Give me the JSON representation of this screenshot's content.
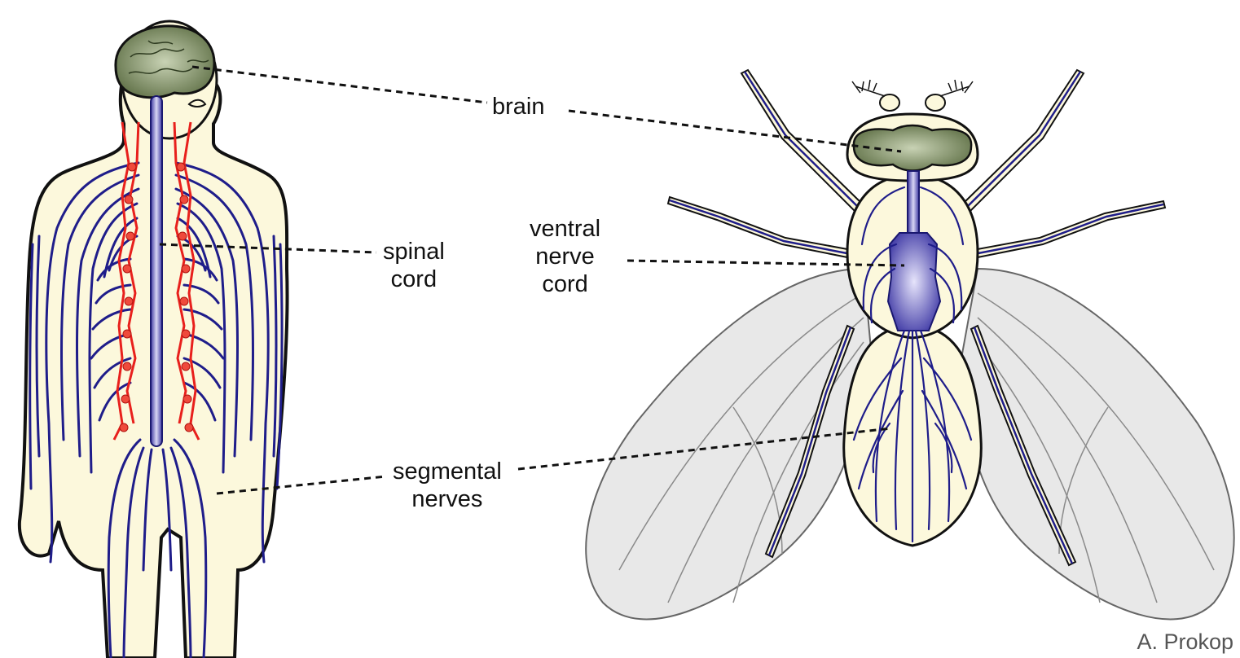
{
  "labels": {
    "brain": "brain",
    "spinal_cord": [
      "spinal",
      "cord"
    ],
    "ventral_nerve_cord": [
      "ventral",
      "nerve",
      "cord"
    ],
    "segmental_nerves": [
      "segmental",
      "nerves"
    ]
  },
  "credit": "A. Prokop",
  "colors": {
    "skin": "#fcf8dc",
    "outline": "#111111",
    "nerve": "#1f1d8a",
    "ganglia": "#e8201c",
    "brain": "#6f7f55",
    "wing": "#e4e4e4",
    "cord": "#5a55b8"
  }
}
